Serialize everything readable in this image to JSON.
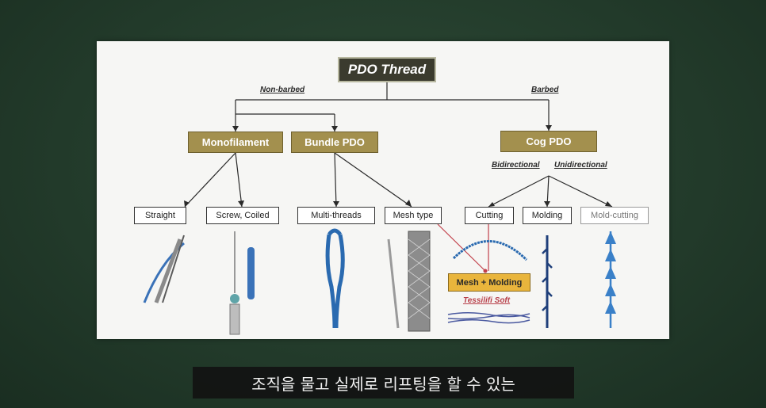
{
  "diagram": {
    "root": "PDO Thread",
    "branches": {
      "left": "Non-barbed",
      "right": "Barbed"
    },
    "categories": [
      {
        "id": "mono",
        "label": "Monofilament"
      },
      {
        "id": "bundle",
        "label": "Bundle PDO"
      },
      {
        "id": "cog",
        "label": "Cog PDO"
      }
    ],
    "cog_branches": {
      "bidirectional": "Bidirectional",
      "unidirectional": "Unidirectional"
    },
    "leaves": [
      {
        "id": "straight",
        "label": "Straight"
      },
      {
        "id": "screw",
        "label": "Screw, Coiled"
      },
      {
        "id": "multi",
        "label": "Multi-threads"
      },
      {
        "id": "mesh",
        "label": "Mesh type"
      },
      {
        "id": "cutting",
        "label": "Cutting"
      },
      {
        "id": "molding",
        "label": "Molding"
      },
      {
        "id": "moldcut",
        "label": "Mold-cutting"
      }
    ],
    "combo": {
      "label": "Mesh + Molding",
      "product": "Tessilifi Soft"
    }
  },
  "subtitle": "조직을 물고 실제로 리프팅을 할 수 있는",
  "colors": {
    "root_bg": "#3b3b2e",
    "category_bg": "#a3904e",
    "combo_bg": "#e9b53c",
    "thread_blue": "#3a72b8",
    "mesh_line": "#c2404a"
  }
}
